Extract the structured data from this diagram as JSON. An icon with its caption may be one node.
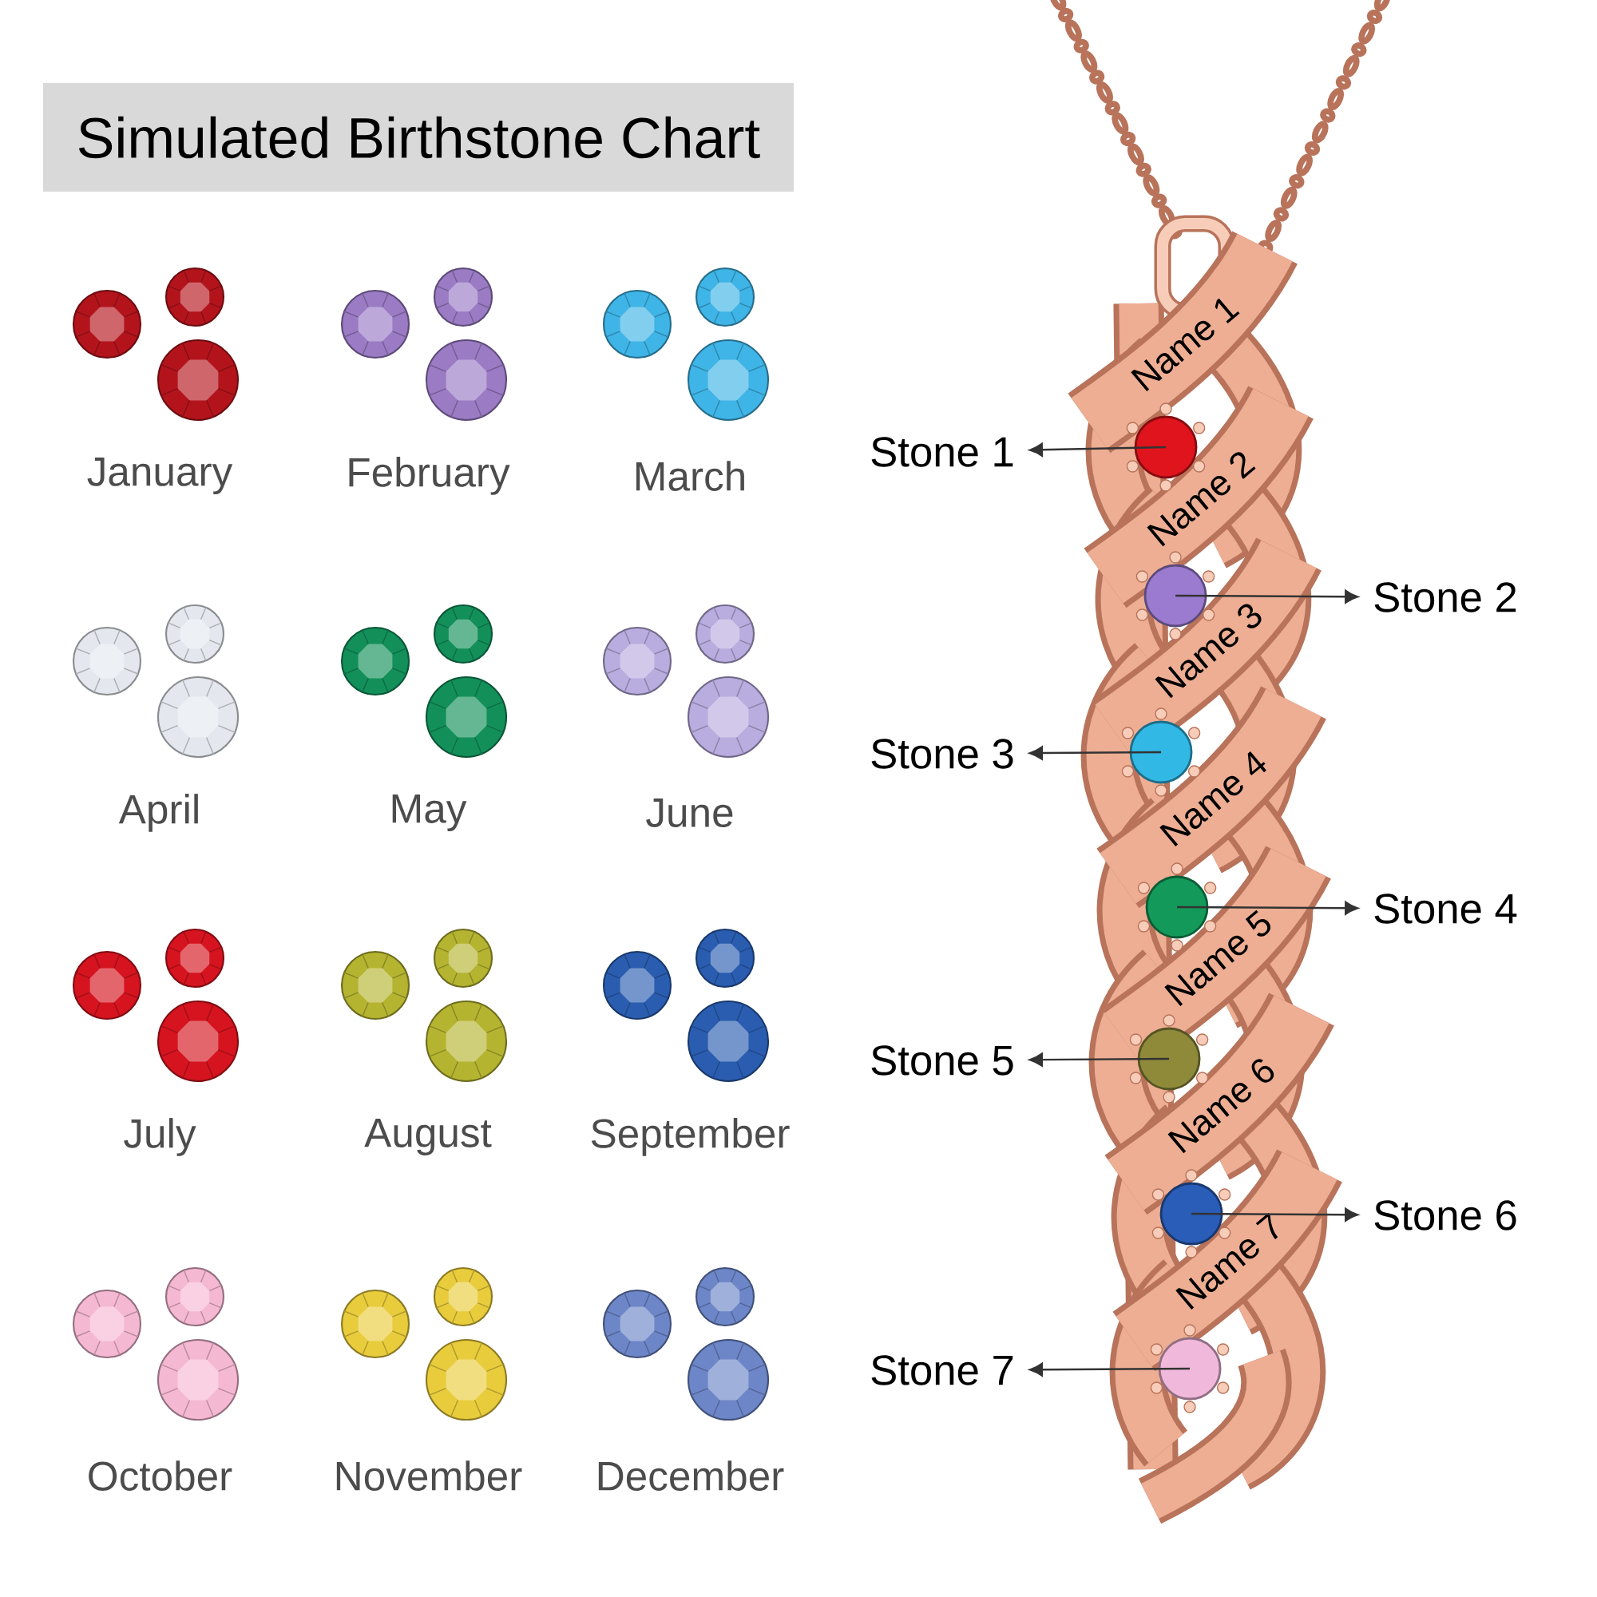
{
  "diagram": {
    "title": "Simulated Birthstone Chart",
    "nodes": [
      {
        "text": [
          "Stone 1"
        ]
      },
      {
        "text": [
          "Stone 2"
        ]
      },
      {
        "text": [
          "Stone 3"
        ]
      },
      {
        "text": [
          "Stone 4"
        ]
      },
      {
        "text": [
          "Stone 5"
        ]
      },
      {
        "text": [
          "Stone 6"
        ]
      },
      {
        "text": [
          "Stone 7"
        ]
      },
      {
        "text": [],
        "shape": "circle"
      },
      {
        "text": [],
        "shape": "circle"
      },
      {
        "text": [],
        "shape": "circle"
      },
      {
        "text": [],
        "shape": "circle"
      },
      {
        "text": [],
        "shape": "circle"
      },
      {
        "text": [],
        "shape": "circle"
      },
      {
        "text": [],
        "shape": "circle"
      }
    ],
    "edges": [
      {
        "from": 7,
        "to": 0,
        "arrow": "to"
      },
      {
        "from": 8,
        "to": 1,
        "arrow": "to"
      },
      {
        "from": 9,
        "to": 2,
        "arrow": "to"
      },
      {
        "from": 10,
        "to": 3,
        "arrow": "to"
      },
      {
        "from": 11,
        "to": 4,
        "arrow": "to"
      },
      {
        "from": 12,
        "to": 5,
        "arrow": "to"
      },
      {
        "from": 13,
        "to": 6,
        "arrow": "to"
      }
    ],
    "labels": [
      "Name 1",
      "Name 2",
      "Name 3",
      "Name 4",
      "Name 5",
      "Name 6",
      "Name 7"
    ],
    "legend": [
      {
        "text": "January",
        "color": "#b3141c"
      },
      {
        "text": "February",
        "color": "#9a7bc4"
      },
      {
        "text": "March",
        "color": "#3fb4e6"
      },
      {
        "text": "April",
        "color": "#e4e8ee"
      },
      {
        "text": "May",
        "color": "#13905a"
      },
      {
        "text": "June",
        "color": "#b9acdf"
      },
      {
        "text": "July",
        "color": "#d5141f"
      },
      {
        "text": "August",
        "color": "#b5b431"
      },
      {
        "text": "September",
        "color": "#2a5db0"
      },
      {
        "text": "October",
        "color": "#f5b8d2"
      },
      {
        "text": "November",
        "color": "#e8cc3c"
      },
      {
        "text": "December",
        "color": "#6c86c8"
      }
    ]
  }
}
